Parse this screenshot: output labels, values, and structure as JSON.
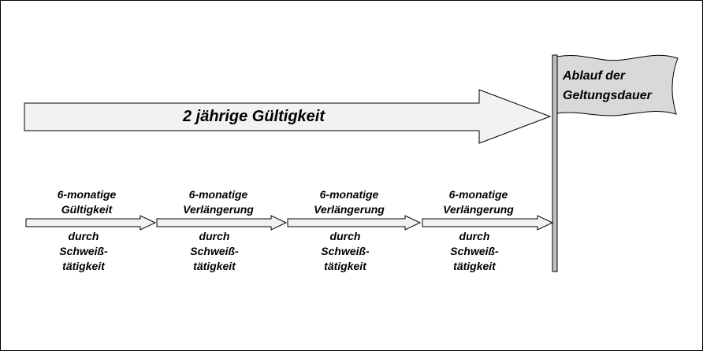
{
  "main_arrow": {
    "label": "2 jährige Gültigkeit"
  },
  "flag": {
    "line1": "Ablauf  der",
    "line2": "Geltungsdauer"
  },
  "segments": [
    {
      "top1": "6-monatige",
      "top2": "Gültigkeit",
      "bot1": "durch",
      "bot2": "Schweiß-",
      "bot3": "tätigkeit"
    },
    {
      "top1": "6-monatige",
      "top2": "Verlängerung",
      "bot1": "durch",
      "bot2": "Schweiß-",
      "bot3": "tätigkeit"
    },
    {
      "top1": "6-monatige",
      "top2": "Verlängerung",
      "bot1": "durch",
      "bot2": "Schweiß-",
      "bot3": "tätigkeit"
    },
    {
      "top1": "6-monatige",
      "top2": "Verlängerung",
      "bot1": "durch",
      "bot2": "Schweiß-",
      "bot3": "tätigkeit"
    }
  ],
  "colors": {
    "arrow_fill": "#f2f2f2",
    "flag_fill": "#d9d9d9",
    "pole_fill": "#c0c0c0"
  }
}
